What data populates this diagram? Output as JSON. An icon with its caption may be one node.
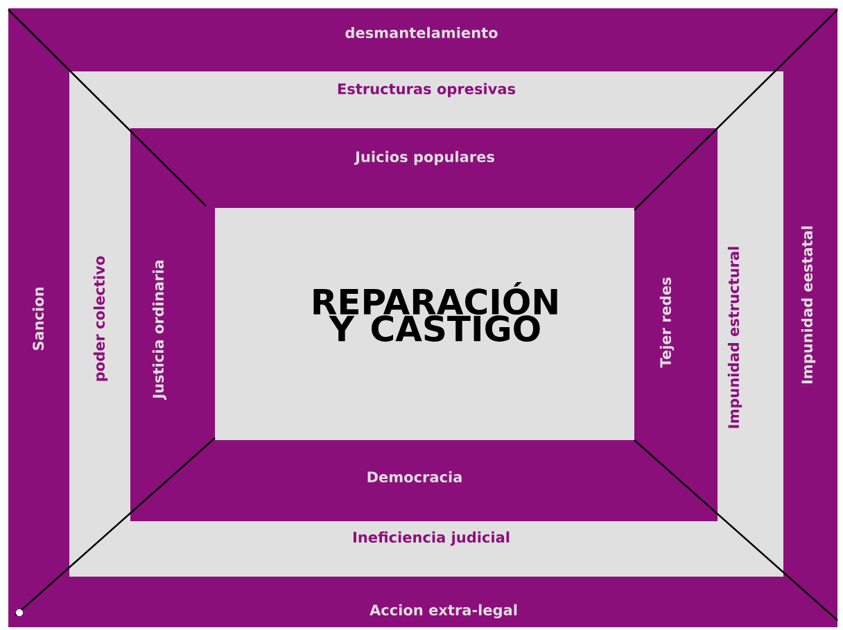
{
  "diagram": {
    "nodes": [
      {
        "text": [
          "desmantelamiento",
          "Sancion",
          "Impunidad eestatal",
          "Accion extra-legal"
        ]
      },
      {
        "text": [
          "Estructuras opresivas",
          "poder colectivo",
          "Impunidad estructural",
          "Ineficiencia judicial"
        ],
        "in": 0
      },
      {
        "text": [
          "Juicios populares",
          "Justicia ordinaria",
          "Tejer redes",
          "Democracia"
        ],
        "in": 1
      },
      {
        "text": [
          "REPARACIÓN Y CASTIGO"
        ],
        "in": 2
      }
    ]
  }
}
